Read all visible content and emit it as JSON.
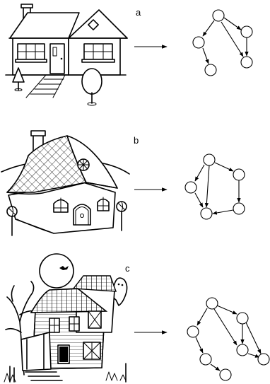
{
  "figure": {
    "panels": [
      {
        "id": "a",
        "label": "a",
        "illustration": "simple-house"
      },
      {
        "id": "b",
        "label": "b",
        "illustration": "candy-house"
      },
      {
        "id": "c",
        "label": "c",
        "illustration": "haunted-house"
      }
    ]
  }
}
